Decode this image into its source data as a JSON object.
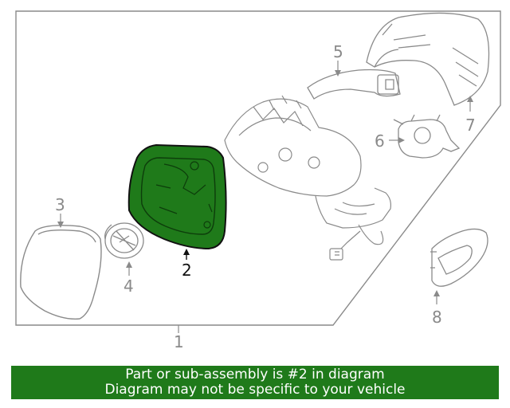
{
  "diagram": {
    "callouts": {
      "c1": "1",
      "c2": "2",
      "c3": "3",
      "c4": "4",
      "c5": "5",
      "c6": "6",
      "c7": "7",
      "c8": "8"
    },
    "highlighted_part": "2",
    "highlight_color": "#1f7a1a",
    "line_color": "#8a8a8a"
  },
  "banner": {
    "line1": "Part or sub-assembly is #2 in diagram",
    "line2": "Diagram may not be specific to your vehicle",
    "background_color": "#1f7a1a",
    "text_color": "#ffffff"
  }
}
